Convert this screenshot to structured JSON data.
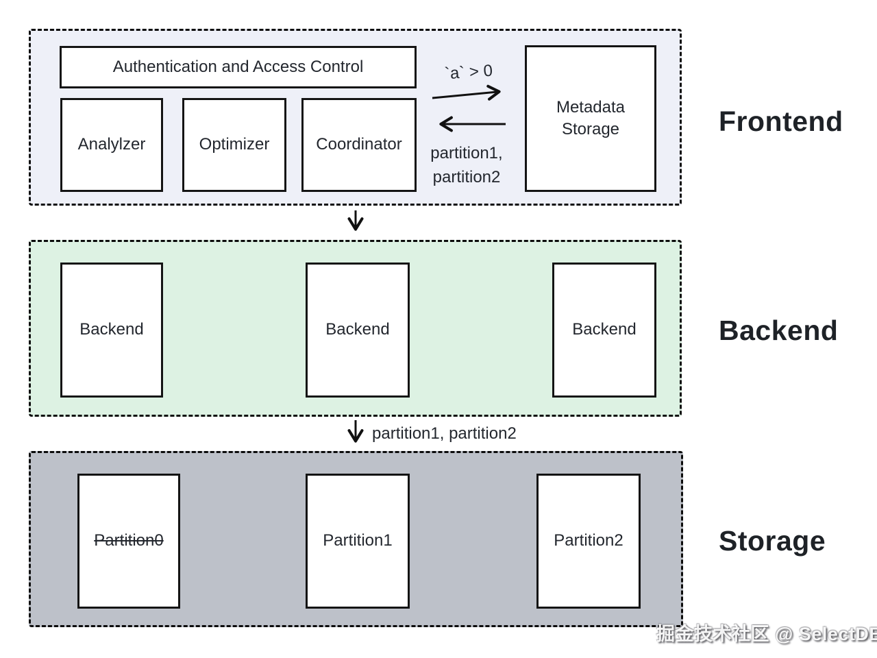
{
  "frontend": {
    "section_label": "Frontend",
    "auth_box_label": "Authentication and Access Control",
    "modules": [
      "Analylzer",
      "Optimizer",
      "Coordinator"
    ],
    "metadata_box_label": "Metadata Storage",
    "predicate_arrow_label": "`a` > 0",
    "partition_result_line1": "partition1,",
    "partition_result_line2": "partition2"
  },
  "backend": {
    "section_label": "Backend",
    "nodes": [
      "Backend",
      "Backend",
      "Backend"
    ]
  },
  "storage": {
    "section_label": "Storage",
    "partitions": [
      {
        "name": "Partition0",
        "pruned": true
      },
      {
        "name": "Partition1",
        "pruned": false
      },
      {
        "name": "Partition2",
        "pruned": false
      }
    ]
  },
  "flow": {
    "backend_to_storage_label": "partition1, partition2"
  },
  "watermark_text": "掘金技术社区 @ SelectDB",
  "colors": {
    "frontend_bg": "#eef0f8",
    "backend_bg": "#ddf2e3",
    "storage_bg": "#bdc1c9",
    "line": "#111111",
    "text": "#23272e"
  }
}
